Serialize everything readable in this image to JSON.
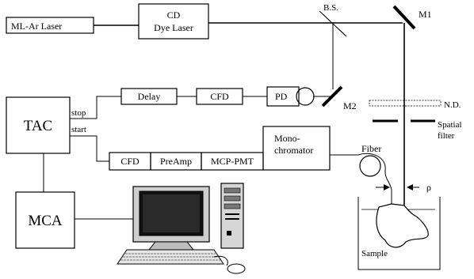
{
  "diagram": {
    "ml_ar_laser": "ML-Ar Laser",
    "cd_dye_laser_line1": "CD",
    "cd_dye_laser_line2": "Dye Laser",
    "beam_splitter": "B.S.",
    "mirror1": "M1",
    "mirror2": "M2",
    "delay": "Delay",
    "cfd_top": "CFD",
    "photodiode": "PD",
    "nd_filter": "N.D.",
    "spatial_filter_line1": "Spatial",
    "spatial_filter_line2": "filter",
    "tac": "TAC",
    "stop_label": "stop",
    "start_label": "start",
    "cfd_bottom": "CFD",
    "preamp": "PreAmp",
    "mcp_pmt": "MCP-PMT",
    "monochromator_line1": "Mono-",
    "monochromator_line2": "chromator",
    "fiber": "Fiber",
    "rho": "ρ",
    "mca": "MCA",
    "sample": "Sample"
  },
  "icons": [
    "computer-icon",
    "keyboard-icon",
    "mouse-icon",
    "tower-pc-icon",
    "fiber-coil-icon"
  ]
}
